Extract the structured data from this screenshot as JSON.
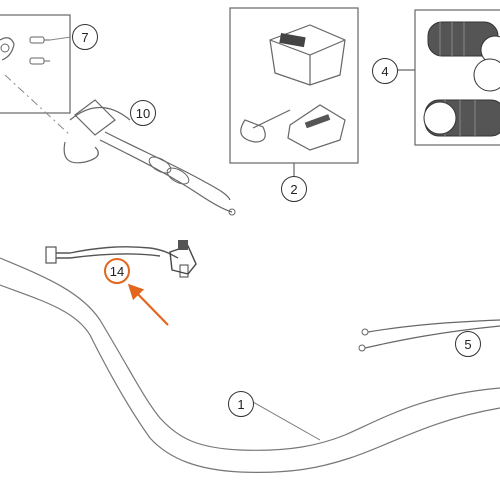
{
  "callouts": {
    "c1": "1",
    "c2": "2",
    "c4": "4",
    "c5": "5",
    "c7": "7",
    "c10": "10",
    "c14": "14"
  },
  "colors": {
    "line": "#777777",
    "highlight": "#e2661e"
  }
}
